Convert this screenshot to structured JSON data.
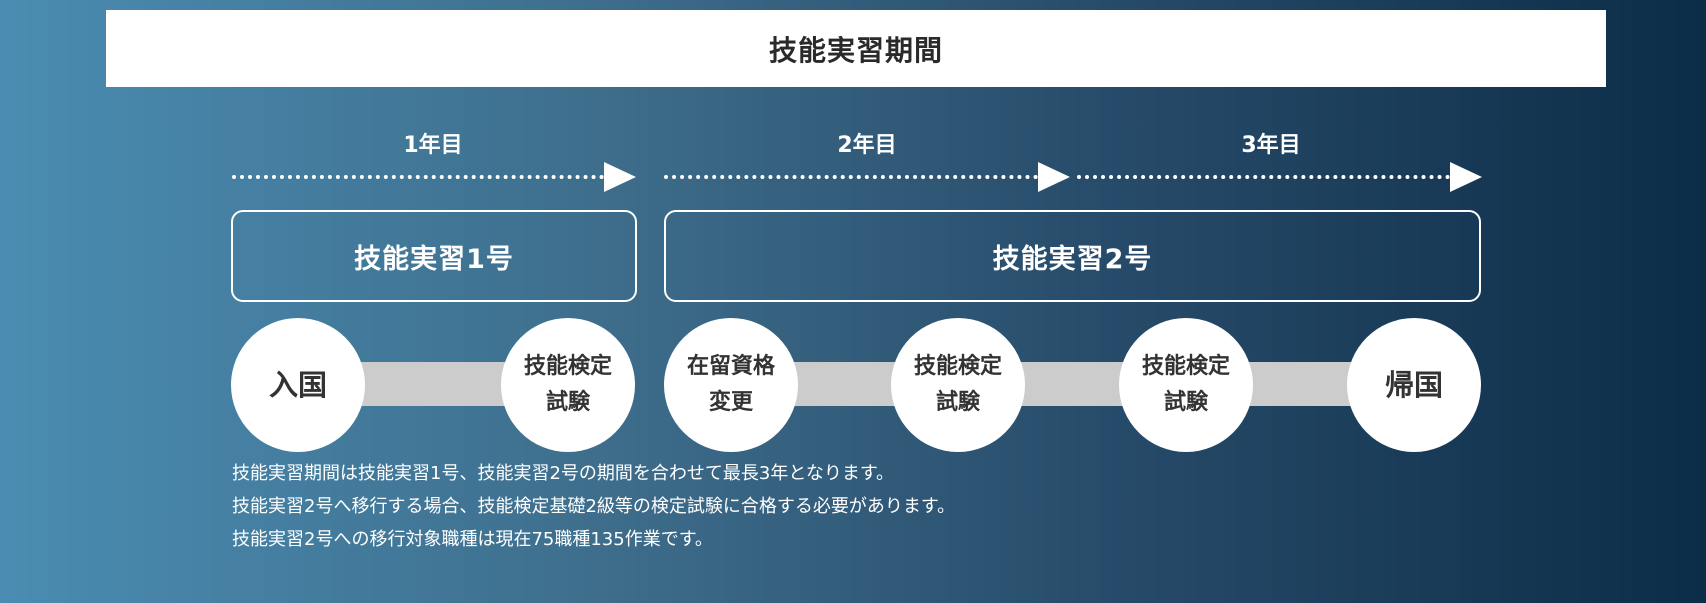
{
  "title": "技能実習期間",
  "years": [
    "1年目",
    "2年目",
    "3年目"
  ],
  "stages": [
    "技能実習1号",
    "技能実習2号"
  ],
  "milestones": [
    {
      "line1": "入国",
      "line2": ""
    },
    {
      "line1": "技能検定",
      "line2": "試験"
    },
    {
      "line1": "在留資格",
      "line2": "変更"
    },
    {
      "line1": "技能検定",
      "line2": "試験"
    },
    {
      "line1": "技能検定",
      "line2": "試験"
    },
    {
      "line1": "帰国",
      "line2": ""
    }
  ],
  "notes": [
    "技能実習期間は技能実習1号、技能実習2号の期間を合わせて最長3年となります。",
    "技能実習2号へ移行する場合、技能検定基礎2級等の検定試験に合格する必要があります。",
    "技能実習2号への移行対象職種は現在75職種135作業です。"
  ],
  "colors": {
    "bar": "#cccccc",
    "circle": "#ffffff",
    "text_dark": "#333333"
  }
}
